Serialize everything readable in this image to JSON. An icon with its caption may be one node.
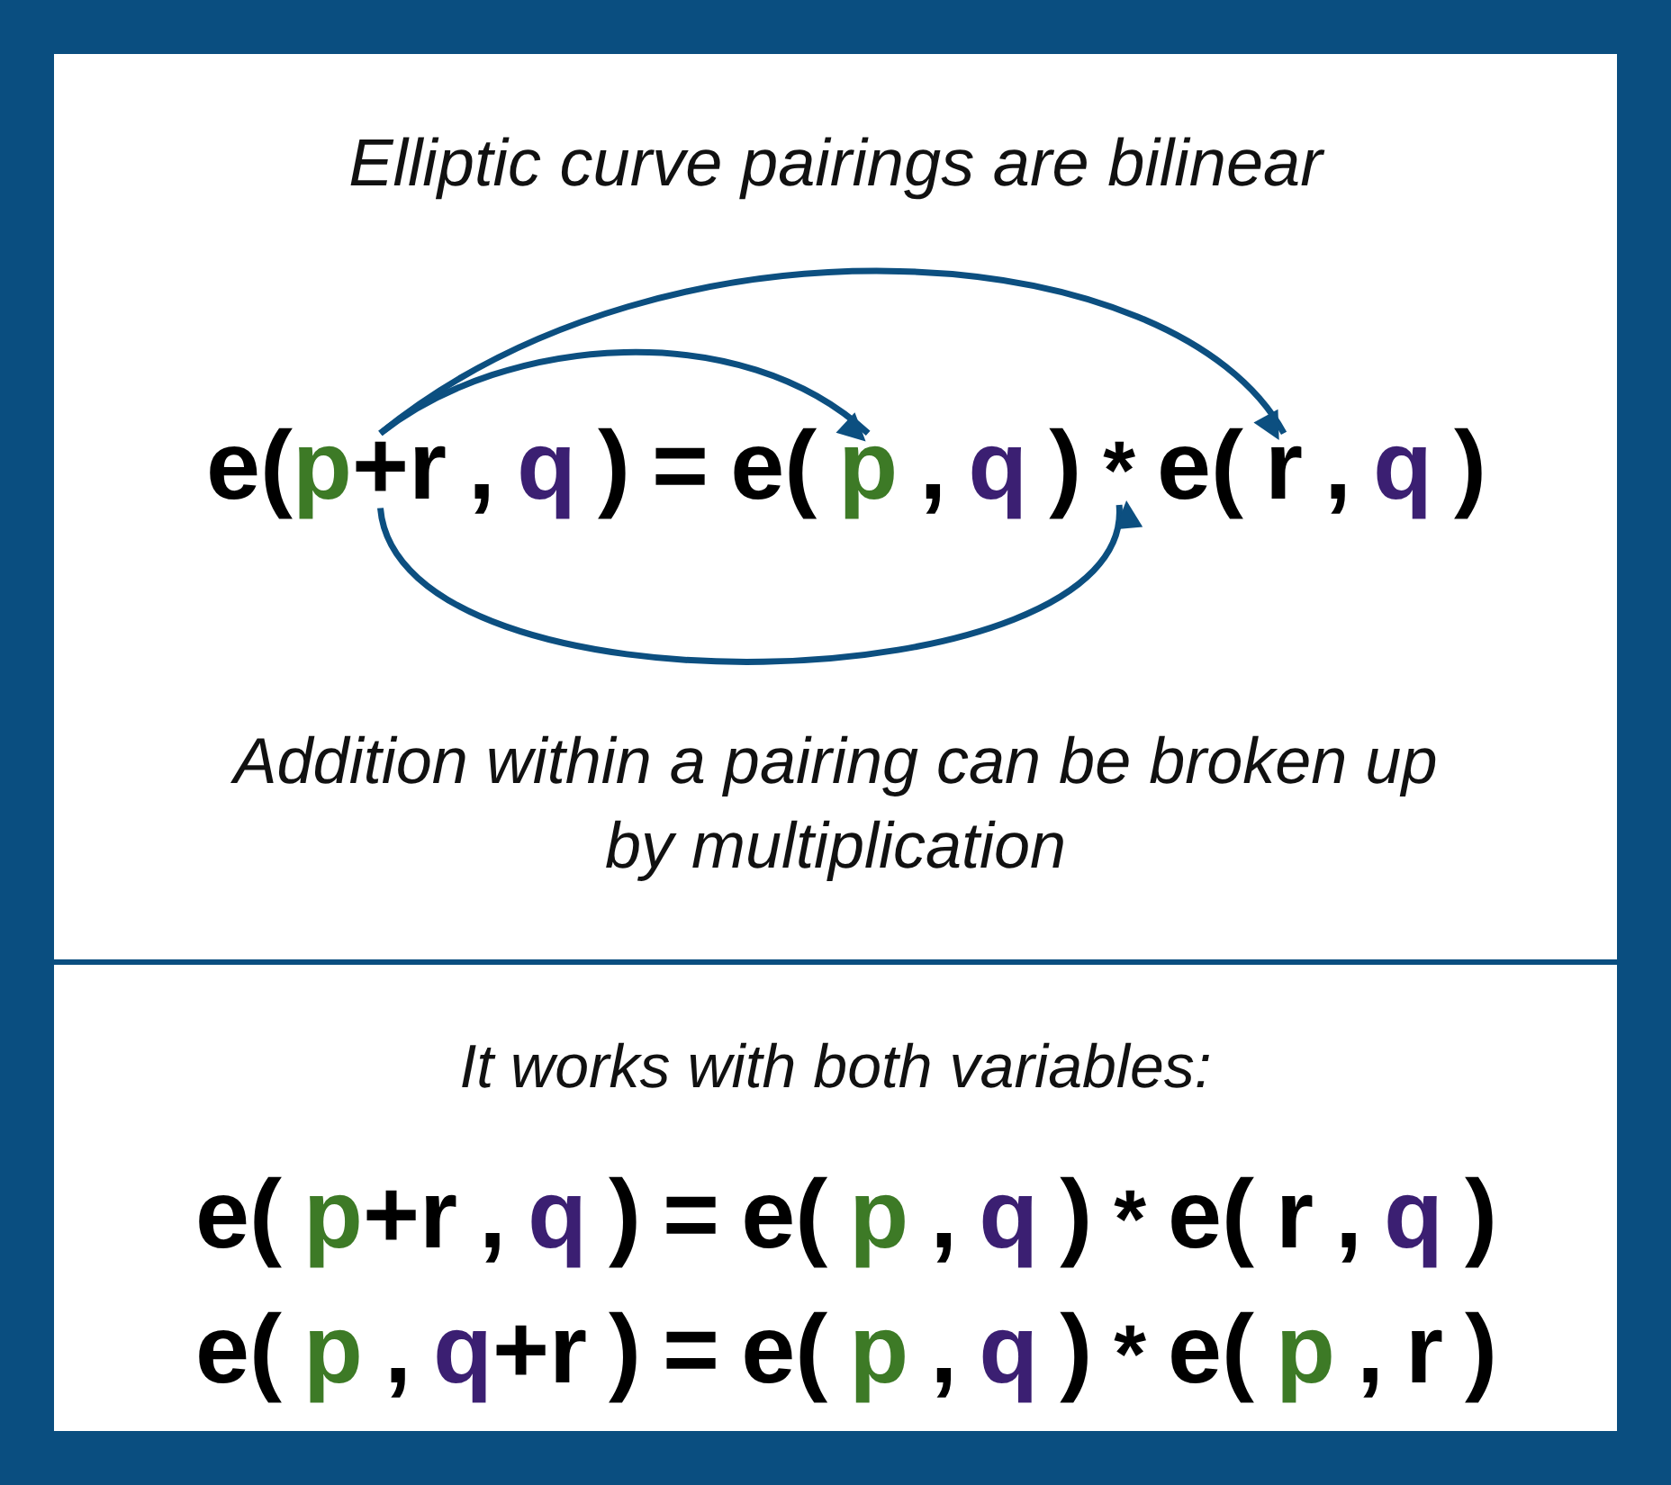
{
  "diagram": {
    "title": "Elliptic curve pairings are bilinear",
    "nodes": [
      {
        "text": [
          "+"
        ]
      },
      {
        "text": [
          "p"
        ]
      },
      {
        "text": [
          "*"
        ]
      },
      {
        "text": [
          "r"
        ]
      }
    ],
    "edges": [
      {
        "from": 0,
        "to": 1,
        "arrow": "to"
      },
      {
        "from": 0,
        "to": 3,
        "arrow": "to"
      },
      {
        "from": 0,
        "to": 2,
        "arrow": "to"
      }
    ],
    "labels": [
      "e(",
      "p",
      "r",
      ",",
      "q",
      ")",
      "=",
      "e(",
      ",",
      "q",
      ")",
      "e(",
      ",",
      "q",
      ")",
      "Addition within a pairing can be broken up by multiplication",
      "It works with both variables:",
      "e(",
      "p",
      "+",
      "r",
      ",",
      "q",
      ")",
      "=",
      "e(",
      "p",
      ",",
      "q",
      ")",
      "*",
      "e(",
      "r",
      ",",
      "q",
      ")",
      "e(",
      "p",
      ",",
      "q",
      "+",
      "r",
      ")",
      "=",
      "e(",
      "p",
      ",",
      "q",
      ")",
      "*",
      "e(",
      "p",
      ",",
      "r",
      ")"
    ]
  }
}
